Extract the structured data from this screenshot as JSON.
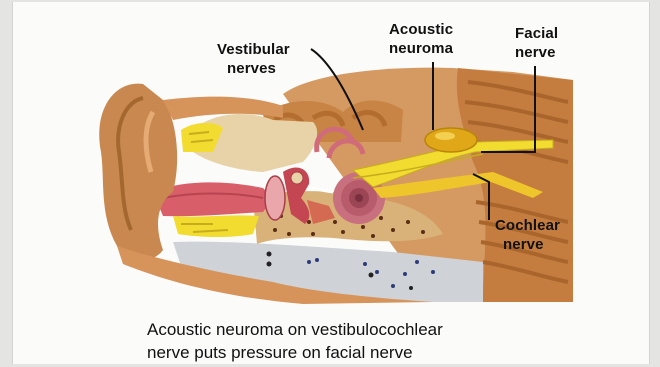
{
  "labels": {
    "vestibular_line1": "Vestibular",
    "vestibular_line2": "nerves",
    "acoustic_line1": "Acoustic",
    "acoustic_line2": "neuroma",
    "facial_line1": "Facial",
    "facial_line2": "nerve",
    "cochlear_line1": "Cochlear",
    "cochlear_line2": "nerve"
  },
  "caption": {
    "line1": "Acoustic neuroma on vestibulocochlear",
    "line2": "nerve puts pressure on facial nerve"
  },
  "colors": {
    "skin": "#c9884f",
    "skin_light": "#e6aa74",
    "bone": "#e8d3a8",
    "brain": "#c07a3c",
    "nerve_yellow": "#f2dc2f",
    "canal_pink": "#d85e6a",
    "bone_speckle": "#6a3a1e",
    "gray_tissue": "#cfd3d8",
    "tumor": "#e0a818"
  }
}
